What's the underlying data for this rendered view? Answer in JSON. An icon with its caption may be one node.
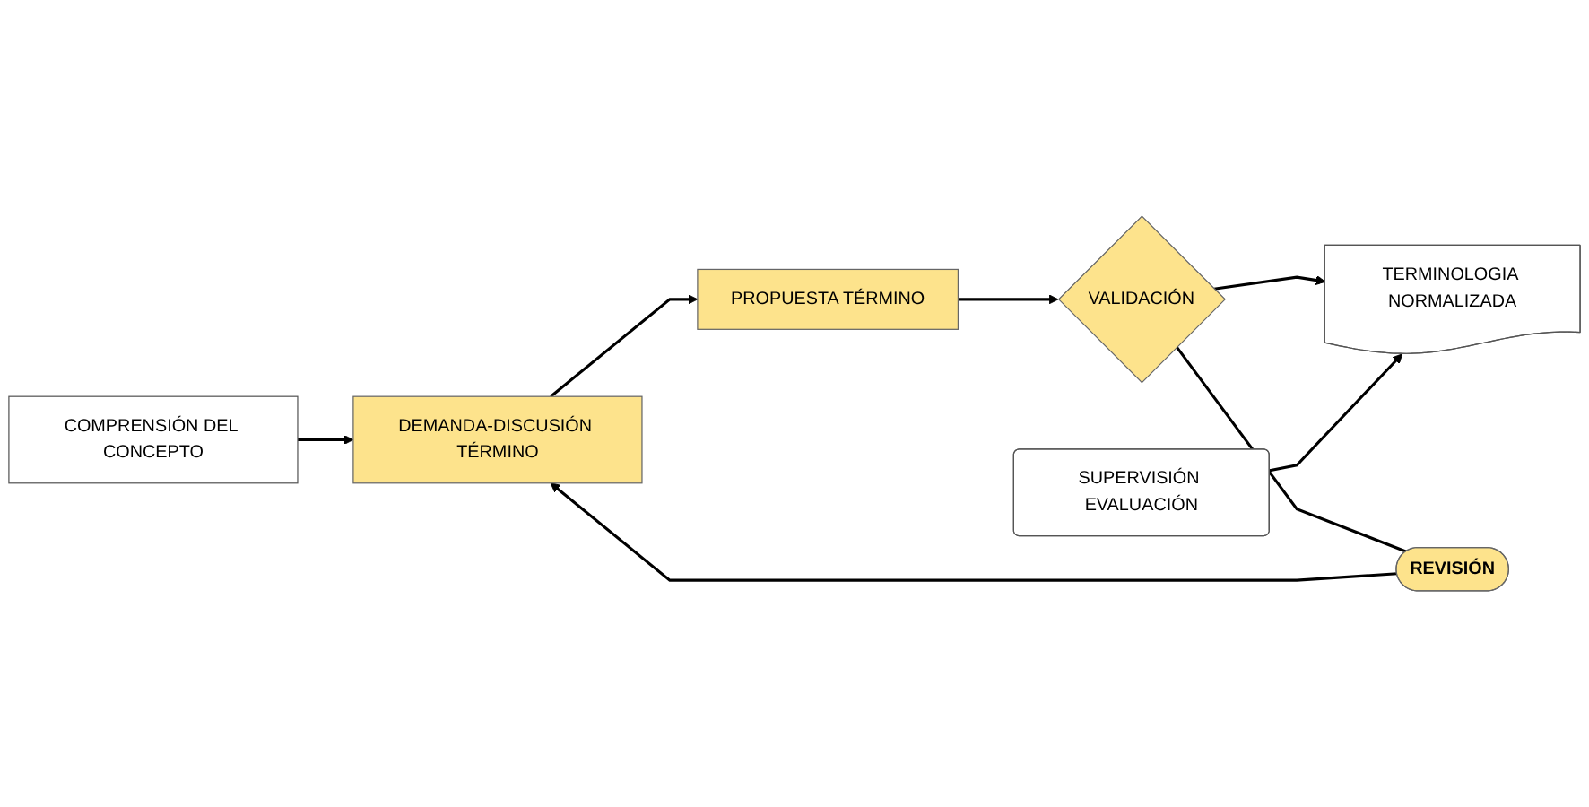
{
  "diagram": {
    "nodes": [
      {
        "text": [
          "COMPRENSIÓN DEL CONCEPTO"
        ]
      },
      {
        "text": [
          "DEMANDA-DISCUSIÓN TÉRMINO"
        ]
      },
      {
        "text": [
          "PROPUESTA TÉRMINO"
        ]
      },
      {
        "text": [
          "VALIDACIÓN"
        ]
      },
      {
        "text": [
          "TERMINOLOGIA NORMALIZADA"
        ]
      },
      {
        "text": [
          "REVISIÓN"
        ]
      },
      {
        "text": [
          "SUPERVISIÓN EVALUACIÓN"
        ]
      }
    ],
    "edges": [
      {
        "from": 0,
        "to": 1,
        "arrow": "to"
      },
      {
        "from": 1,
        "to": 2,
        "arrow": "to"
      },
      {
        "from": 2,
        "to": 3,
        "arrow": "to"
      },
      {
        "from": 3,
        "to": 4,
        "arrow": "to"
      },
      {
        "from": 3,
        "to": 5,
        "arrow": "none"
      },
      {
        "from": 5,
        "to": 1,
        "arrow": "to"
      },
      {
        "from": 6,
        "to": 4,
        "arrow": "to"
      }
    ]
  }
}
